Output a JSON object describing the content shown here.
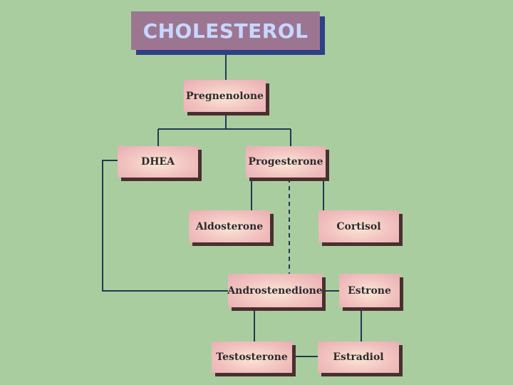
{
  "title": "CHOLESTEROL",
  "nodes": {
    "pregnenolone": "Pregnenolone",
    "dhea": "DHEA",
    "progesterone": "Progesterone",
    "aldosterone": "Aldosterone",
    "cortisol": "Cortisol",
    "androstenedione": "Androstenedione",
    "estrone": "Estrone",
    "testosterone": "Testosterone",
    "estradiol": "Estradiol"
  },
  "colors": {
    "background": "#aacd9f",
    "connector": "#1f3a52",
    "title_fill": "#9c7691",
    "title_text": "#c9d6ff",
    "title_shadow": "#2f3f86",
    "node_fill": "#f2c3c0",
    "node_shadow": "#4a2f2f"
  }
}
